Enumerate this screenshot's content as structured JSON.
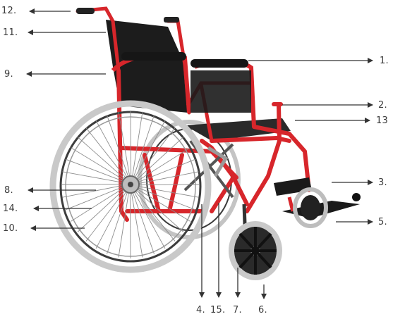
{
  "image": {
    "subject": "wheelchair",
    "colors": {
      "frame": "#d7262b",
      "upholstery": "#1b1b1b",
      "tire": "#c9c9c9",
      "arrow": "#333333",
      "background": "#ffffff"
    }
  },
  "callouts": {
    "c1": "1.",
    "c2": "2.",
    "c3": "3.",
    "c4": "4.",
    "c5": "5.",
    "c6": "6.",
    "c7": "7.",
    "c8": "8.",
    "c9": "9.",
    "c10": "10.",
    "c11": "11.",
    "c12": "12.",
    "c13": "13",
    "c14": "14.",
    "c15": "15."
  }
}
